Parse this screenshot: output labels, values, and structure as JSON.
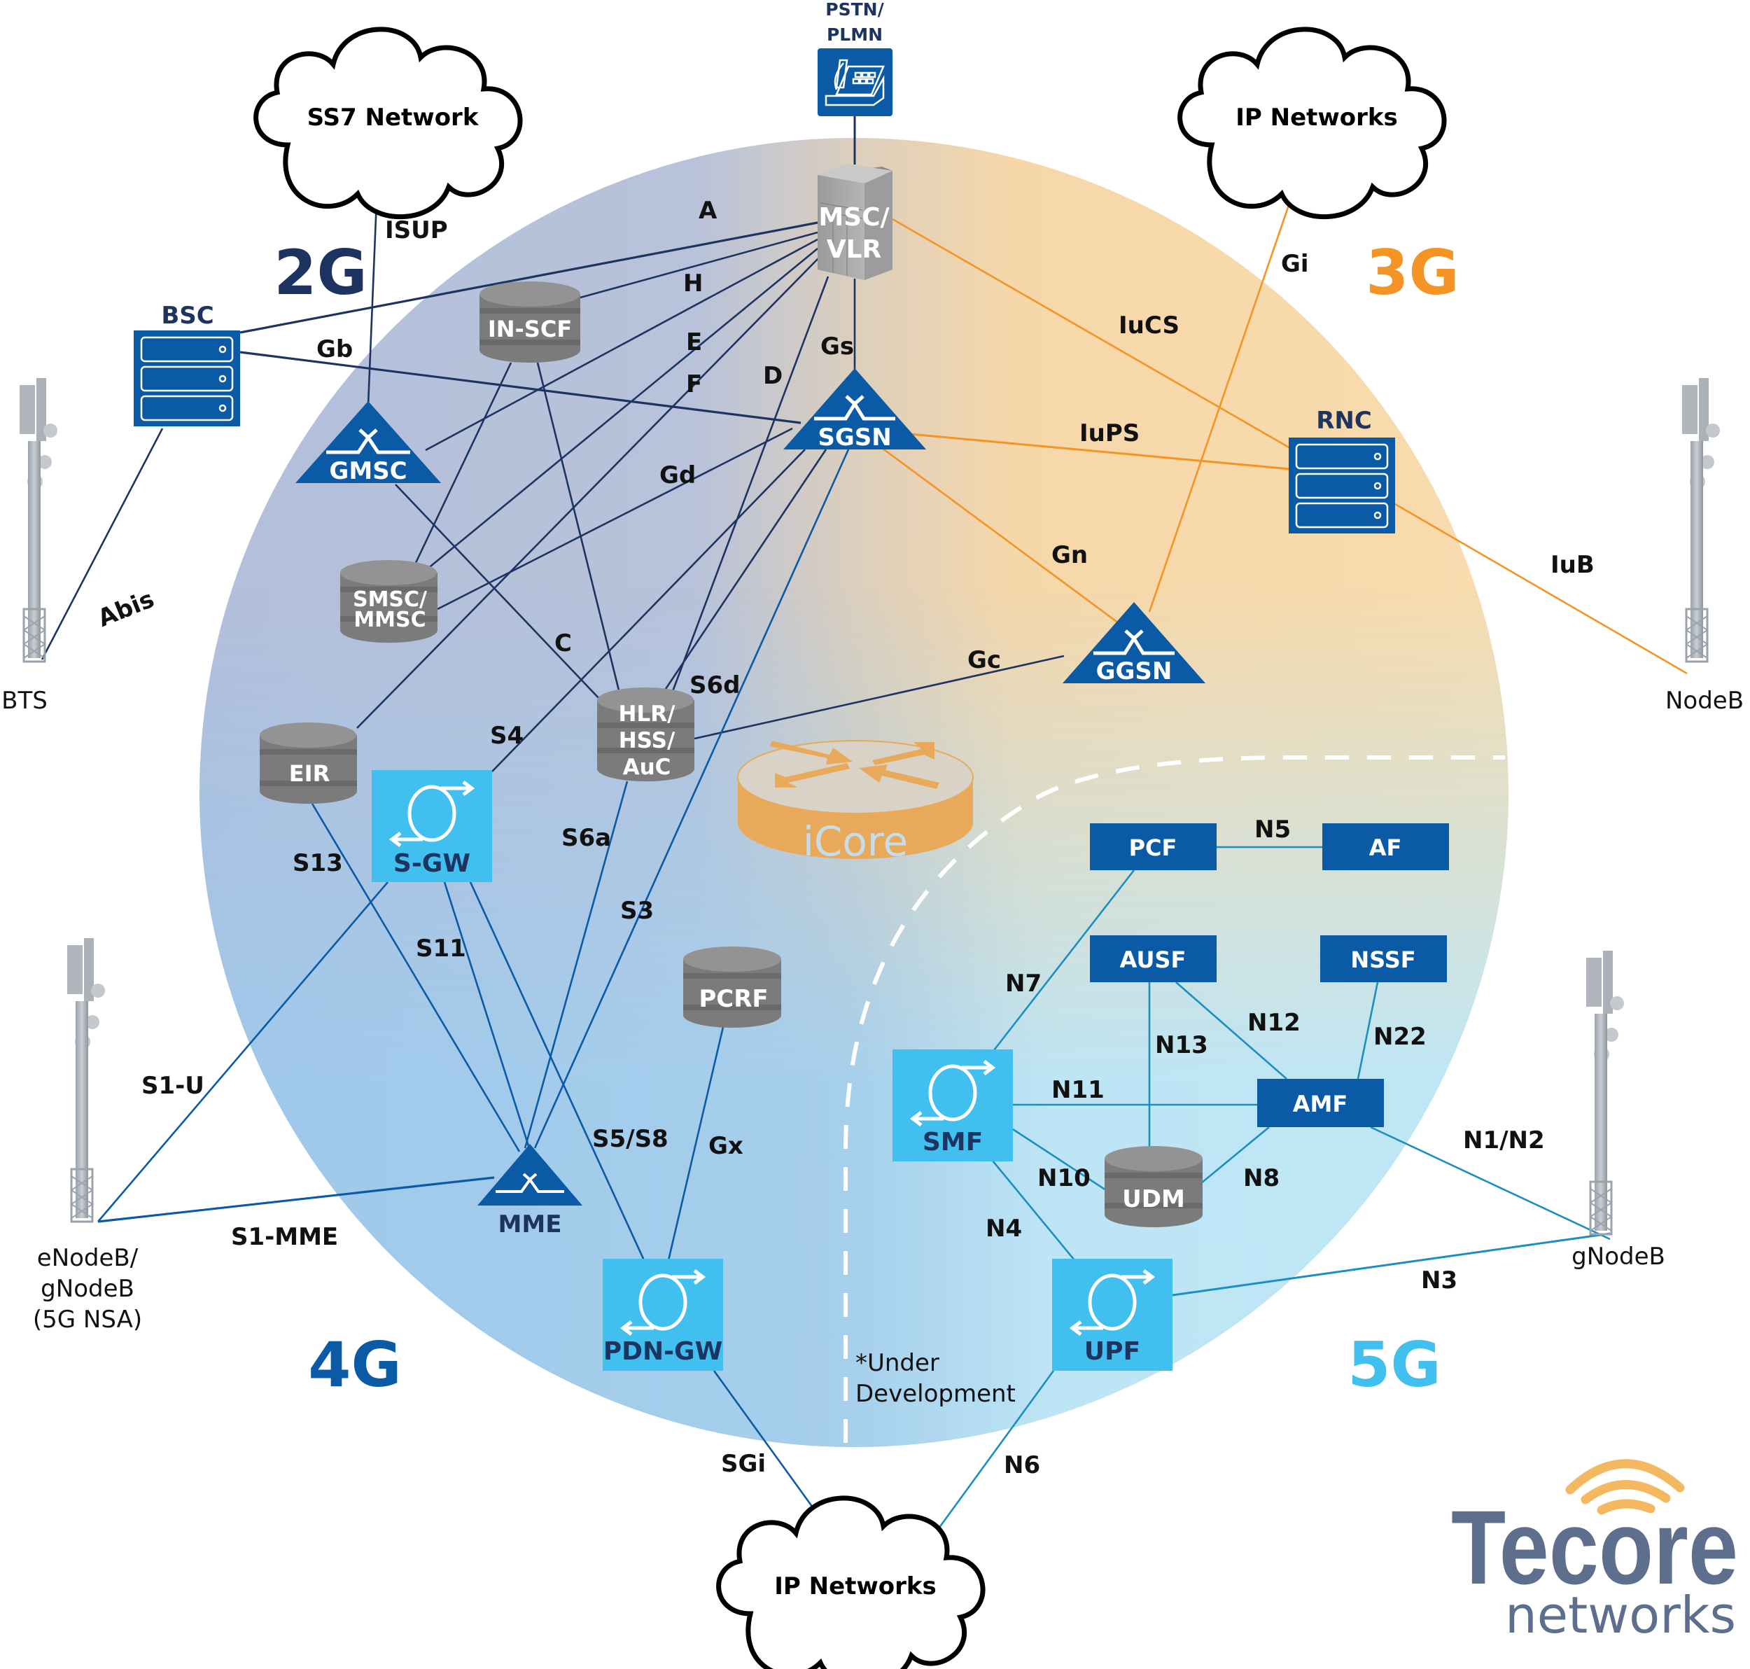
{
  "generations": {
    "g2": "2G",
    "g3": "3G",
    "g4": "4G",
    "g5": "5G"
  },
  "colors": {
    "g2_text": "#1d3461",
    "g3_text": "#f39425",
    "g4_text": "#0a5aa5",
    "g5_text": "#41bfee",
    "node_blue": "#0a5aa5",
    "node_light_blue": "#41bfee",
    "db_gray": "#7a7a7a",
    "line_2g": "#1d3461",
    "line_3g": "#f39425",
    "line_4g": "#0a5aa5",
    "line_5g": "#1a8fc0",
    "logo_text": "#5d6f8c",
    "logo_waves": "#f4b960"
  },
  "clouds": {
    "ss7": "SS7 Network",
    "ip_top": "IP Networks",
    "ip_bottom": "IP Networks"
  },
  "pstn": {
    "line1": "PSTN/",
    "line2": "PLMN"
  },
  "nodes": {
    "msc": {
      "line1": "MSC/",
      "line2": "VLR"
    },
    "bsc": "BSC",
    "gmsc": "GMSC",
    "in_scf": "IN-SCF",
    "sgsn": "SGSN",
    "rnc": "RNC",
    "ggsn": "GGSN",
    "smsc": {
      "line1": "SMSC/",
      "line2": "MMSC"
    },
    "hlr": {
      "line1": "HLR/",
      "line2": "HSS/",
      "line3": "AuC"
    },
    "eir": "EIR",
    "sgw": "S-GW",
    "pcrf": "PCRF",
    "mme": "MME",
    "pdngw": "PDN-GW",
    "pcf": "PCF",
    "af": "AF",
    "ausf": "AUSF",
    "nssf": "NSSF",
    "smf": "SMF",
    "amf": "AMF",
    "udm": "UDM",
    "upf": "UPF",
    "icore": "iCore"
  },
  "sites": {
    "bts": "BTS",
    "nodeb": "NodeB",
    "enodeb": {
      "line1": "eNodeB/",
      "line2": "gNodeB",
      "line3": "(5G NSA)"
    },
    "gnodeb": "gNodeB"
  },
  "interfaces": {
    "isup": "ISUP",
    "a": "A",
    "h": "H",
    "gb": "Gb",
    "e": "E",
    "f": "F",
    "d": "D",
    "gs": "Gs",
    "gd": "Gd",
    "c": "C",
    "abis": "Abis",
    "iucs": "IuCS",
    "iups": "IuPS",
    "gi": "Gi",
    "gn": "Gn",
    "gc": "Gc",
    "iub": "IuB",
    "s6d": "S6d",
    "s4": "S4",
    "s6a": "S6a",
    "s13": "S13",
    "s3": "S3",
    "s11": "S11",
    "s1u": "S1-U",
    "s5s8": "S5/S8",
    "gx": "Gx",
    "s1mme": "S1-MME",
    "sgi": "SGi",
    "n5": "N5",
    "n7": "N7",
    "n13": "N13",
    "n12": "N12",
    "n22": "N22",
    "n11": "N11",
    "n10": "N10",
    "n8": "N8",
    "n4": "N4",
    "n1n2": "N1/N2",
    "n3": "N3",
    "n6": "N6"
  },
  "note": {
    "line1": "*Under",
    "line2": "Development"
  },
  "logo": {
    "brand": "Tecore",
    "sub": "networks"
  }
}
